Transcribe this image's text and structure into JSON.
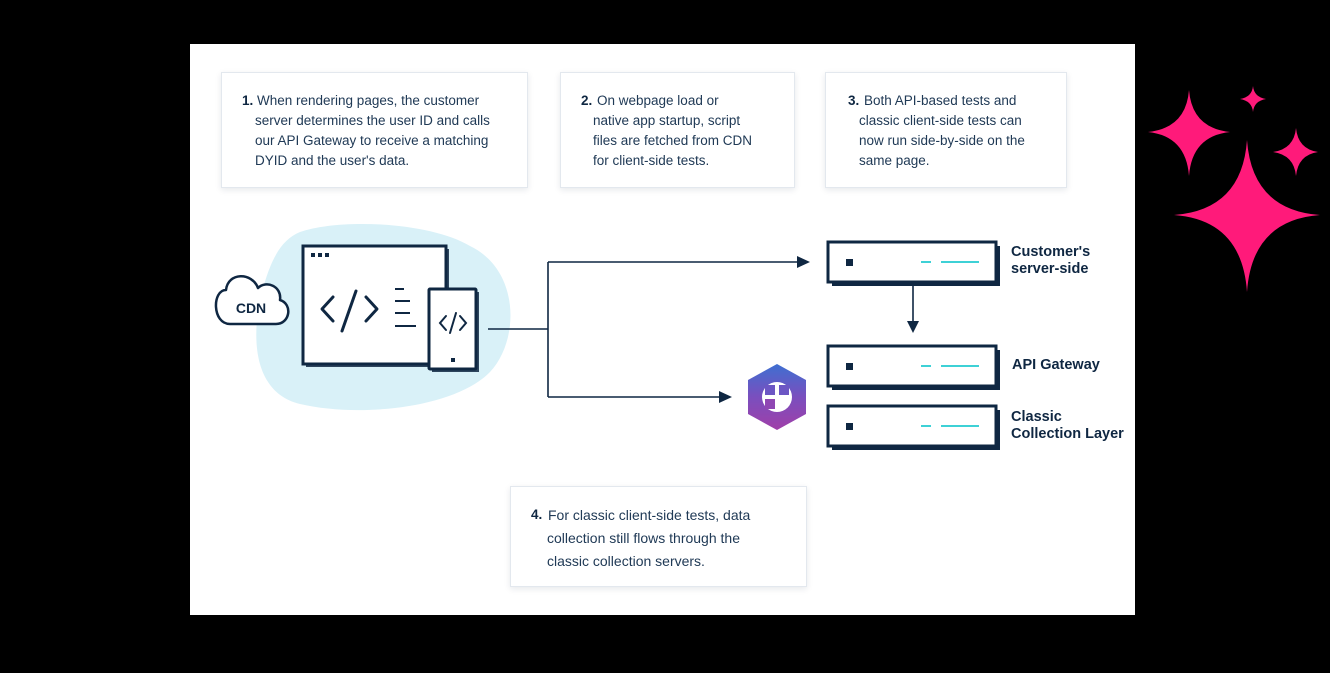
{
  "cards": [
    {
      "number": "1.",
      "lines": [
        "When rendering pages, the customer",
        "server determines the user ID and calls",
        "our API Gateway to receive a matching",
        "DYID and the user's data."
      ]
    },
    {
      "number": "2.",
      "lines": [
        "On webpage load or",
        "native app startup, script",
        "files are fetched from CDN",
        "for client-side tests."
      ]
    },
    {
      "number": "3.",
      "lines": [
        "Both API-based tests and",
        "classic client-side tests can",
        "now run side-by-side on the",
        "same page."
      ]
    },
    {
      "number": "4.",
      "lines": [
        "For classic client-side tests, data",
        "collection still flows through the",
        "classic collection servers."
      ]
    }
  ],
  "cdn_label": "CDN",
  "servers": [
    {
      "lines": [
        "Customer's",
        "server-side"
      ]
    },
    {
      "lines": [
        "API Gateway"
      ]
    },
    {
      "lines": [
        "Classic",
        "Collection Layer"
      ]
    }
  ],
  "icons": [
    "cdn-cloud-icon",
    "browser-window-icon",
    "code-brackets-icon",
    "mobile-device-icon",
    "server-icon",
    "hexagon-logo-icon",
    "sparkle-icon"
  ],
  "colors": {
    "background": "#000000",
    "panel": "#ffffff",
    "ink": "#0f2742",
    "blob": "#d9f1f8",
    "accent_teal": "#3ed1d6",
    "sparkle": "#ff1a7a",
    "logo_top": "#3e6fd1",
    "logo_bottom": "#a03fa8"
  }
}
